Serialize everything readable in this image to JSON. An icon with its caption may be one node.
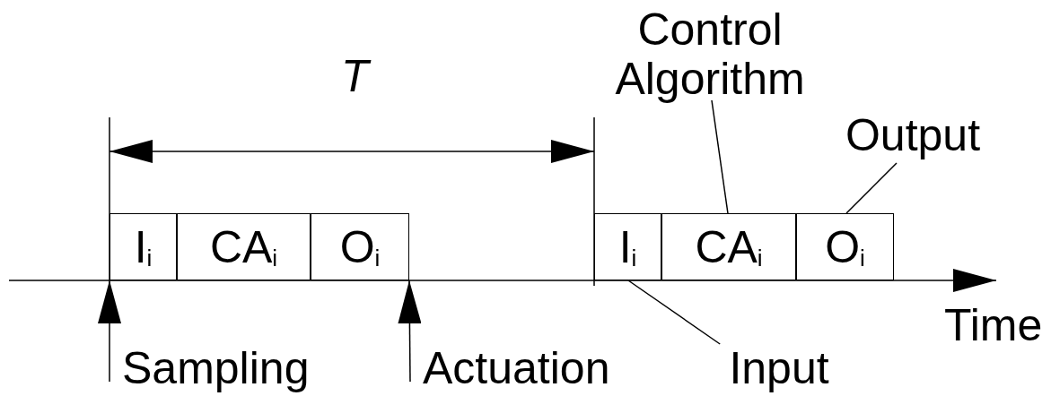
{
  "diagram": {
    "nodes": [
      {
        "text": [
          "I$_{i}$"
        ]
      },
      {
        "text": [
          "CA$_{i}$"
        ]
      },
      {
        "text": [
          "O$_{i}$"
        ]
      },
      {
        "text": [
          "I$_{i}$"
        ]
      },
      {
        "text": [
          "CA$_{i}$"
        ]
      },
      {
        "text": [
          "O$_{i}$"
        ]
      },
      {
        "text": [
          "Control Algorithm"
        ]
      },
      {
        "text": [
          "Output"
        ]
      },
      {
        "text": [
          "Input"
        ]
      },
      {
        "text": [
          "Sampling"
        ]
      },
      {
        "text": [
          "Actuation"
        ]
      }
    ],
    "edges": [
      {
        "from": 6,
        "to": 4,
        "arrow": "none"
      },
      {
        "from": 7,
        "to": 5,
        "arrow": "none"
      },
      {
        "from": 8,
        "to": 3,
        "arrow": "none"
      },
      {
        "from": 9,
        "to": 0,
        "arrow": "to"
      },
      {
        "from": 10,
        "to": 2,
        "arrow": "to"
      }
    ],
    "labels": [
      "T",
      "Time"
    ]
  }
}
